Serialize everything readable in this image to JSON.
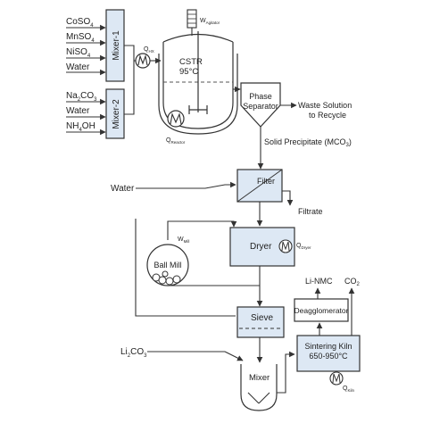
{
  "inputs": {
    "coso4": [
      "CoSO",
      "4",
      ""
    ],
    "mnso4": [
      "MnSO",
      "4",
      ""
    ],
    "niso4": [
      "NiSO",
      "4",
      ""
    ],
    "water1": "Water",
    "na2co3": [
      "Na",
      "2",
      "CO",
      "3"
    ],
    "water2": "Water",
    "nh4oh": [
      "NH",
      "4",
      "OH"
    ],
    "water3": "Water",
    "li2co3": [
      "Li",
      "2",
      "CO",
      "3"
    ]
  },
  "units": {
    "mixer1": "Mixer-1",
    "mixer2": "Mixer-2",
    "cstr": [
      "CSTR",
      "95°C"
    ],
    "phase_separator": [
      "Phase",
      "Separator"
    ],
    "filter": "Filter",
    "dryer": "Dryer",
    "ball_mill": "Ball Mill",
    "sieve": "Sieve",
    "deagglomerator": "Deagglomerator",
    "sintering_kiln": [
      "Sintering Kiln",
      "650-950°C"
    ],
    "mixer": "Mixer"
  },
  "energy": {
    "q_hx": [
      "Q",
      "HX"
    ],
    "w_agitator": [
      "W",
      "Agitator"
    ],
    "q_reactor": [
      "Q",
      "Reactor"
    ],
    "w_mill": [
      "W",
      "Mill"
    ],
    "q_dryer": [
      "Q",
      "Dryer"
    ],
    "q_kiln": [
      "Q",
      "Kiln"
    ]
  },
  "streams": {
    "waste": [
      "Waste Solution",
      "to Recycle"
    ],
    "solid_precipitate": "Solid Precipitate (MCO",
    "solid_precipitate_sub": "3",
    "solid_precipitate_end": ")",
    "filtrate": "Filtrate",
    "li_nmc": "Li-NMC",
    "co2": [
      "CO",
      "2"
    ]
  },
  "colors": {
    "unit_fill": "#dde8f4",
    "line": "#333333"
  }
}
